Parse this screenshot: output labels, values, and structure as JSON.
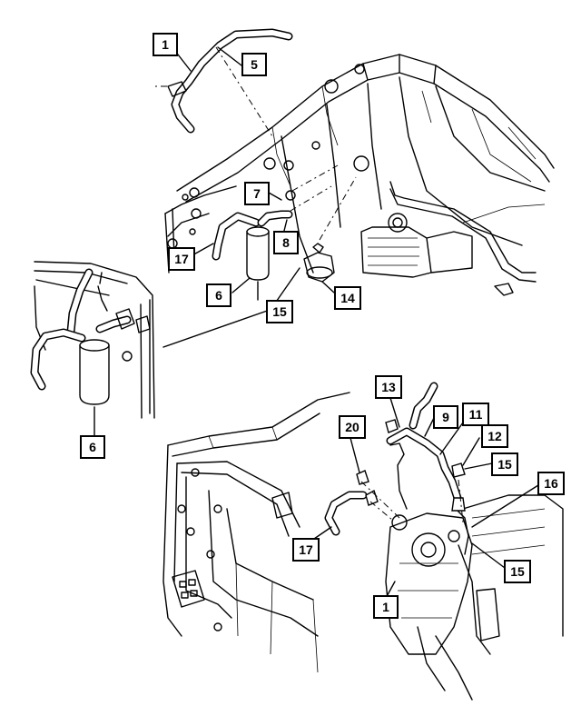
{
  "callouts": [
    {
      "id": "c1a",
      "label": "1"
    },
    {
      "id": "c5",
      "label": "5"
    },
    {
      "id": "c7",
      "label": "7"
    },
    {
      "id": "c8",
      "label": "8"
    },
    {
      "id": "c17a",
      "label": "17"
    },
    {
      "id": "c6a",
      "label": "6"
    },
    {
      "id": "c14",
      "label": "14"
    },
    {
      "id": "c15a",
      "label": "15"
    },
    {
      "id": "c6b",
      "label": "6"
    },
    {
      "id": "c13",
      "label": "13"
    },
    {
      "id": "c9",
      "label": "9"
    },
    {
      "id": "c11",
      "label": "11"
    },
    {
      "id": "c12",
      "label": "12"
    },
    {
      "id": "c15b",
      "label": "15"
    },
    {
      "id": "c16",
      "label": "16"
    },
    {
      "id": "c20",
      "label": "20"
    },
    {
      "id": "c17b",
      "label": "17"
    },
    {
      "id": "c15c",
      "label": "15"
    },
    {
      "id": "c1b",
      "label": "1"
    }
  ]
}
